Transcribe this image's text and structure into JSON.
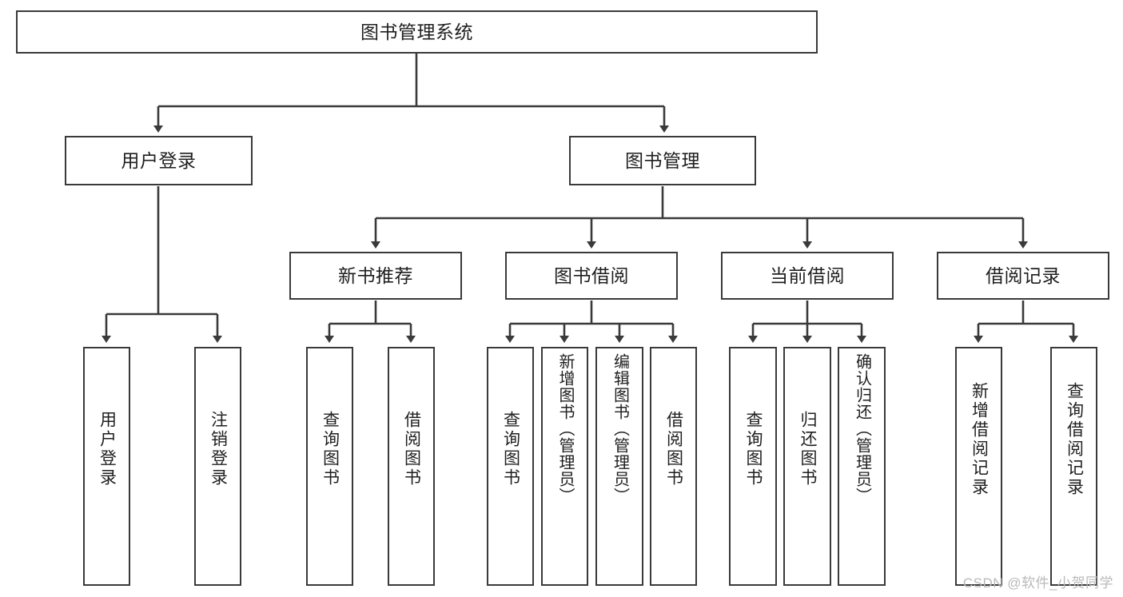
{
  "diagram": {
    "title": "图书管理系统",
    "type": "tree-hierarchy-chart",
    "root": {
      "id": "root",
      "label": "图书管理系统"
    },
    "level2": [
      {
        "id": "user-login",
        "label": "用户登录"
      },
      {
        "id": "book-manage",
        "label": "图书管理"
      }
    ],
    "level3": [
      {
        "id": "new-book-recommend",
        "label": "新书推荐"
      },
      {
        "id": "book-borrow",
        "label": "图书借阅"
      },
      {
        "id": "current-borrow",
        "label": "当前借阅"
      },
      {
        "id": "borrow-record",
        "label": "借阅记录"
      }
    ],
    "leaves": {
      "user_login": [
        {
          "id": "leaf-user-login",
          "label": "用户登录"
        },
        {
          "id": "leaf-user-logout",
          "label": "注销登录"
        }
      ],
      "new_book_recommend": [
        {
          "id": "leaf-query-book-1",
          "label": "查询图书"
        },
        {
          "id": "leaf-borrow-book-1",
          "label": "借阅图书"
        }
      ],
      "book_borrow": [
        {
          "id": "leaf-query-book-2",
          "label": "查询图书"
        },
        {
          "id": "leaf-add-book",
          "label": "新增图书（管理员）"
        },
        {
          "id": "leaf-edit-book",
          "label": "编辑图书（管理员）"
        },
        {
          "id": "leaf-borrow-book-2",
          "label": "借阅图书"
        }
      ],
      "current_borrow": [
        {
          "id": "leaf-query-book-3",
          "label": "查询图书"
        },
        {
          "id": "leaf-return-book",
          "label": "归还图书"
        },
        {
          "id": "leaf-confirm-return",
          "label": "确认归还（管理员）"
        }
      ],
      "borrow_record": [
        {
          "id": "leaf-add-record",
          "label": "新增借阅记录"
        },
        {
          "id": "leaf-query-record",
          "label": "查询借阅记录"
        }
      ]
    }
  },
  "watermark": {
    "text": "CSDN @软件_小贺同学"
  },
  "colors": {
    "border": "#3a3a3a",
    "text": "#1f1f1f",
    "background": "#ffffff",
    "connector": "#3a3a3a",
    "watermark": "#b9b9b9"
  }
}
